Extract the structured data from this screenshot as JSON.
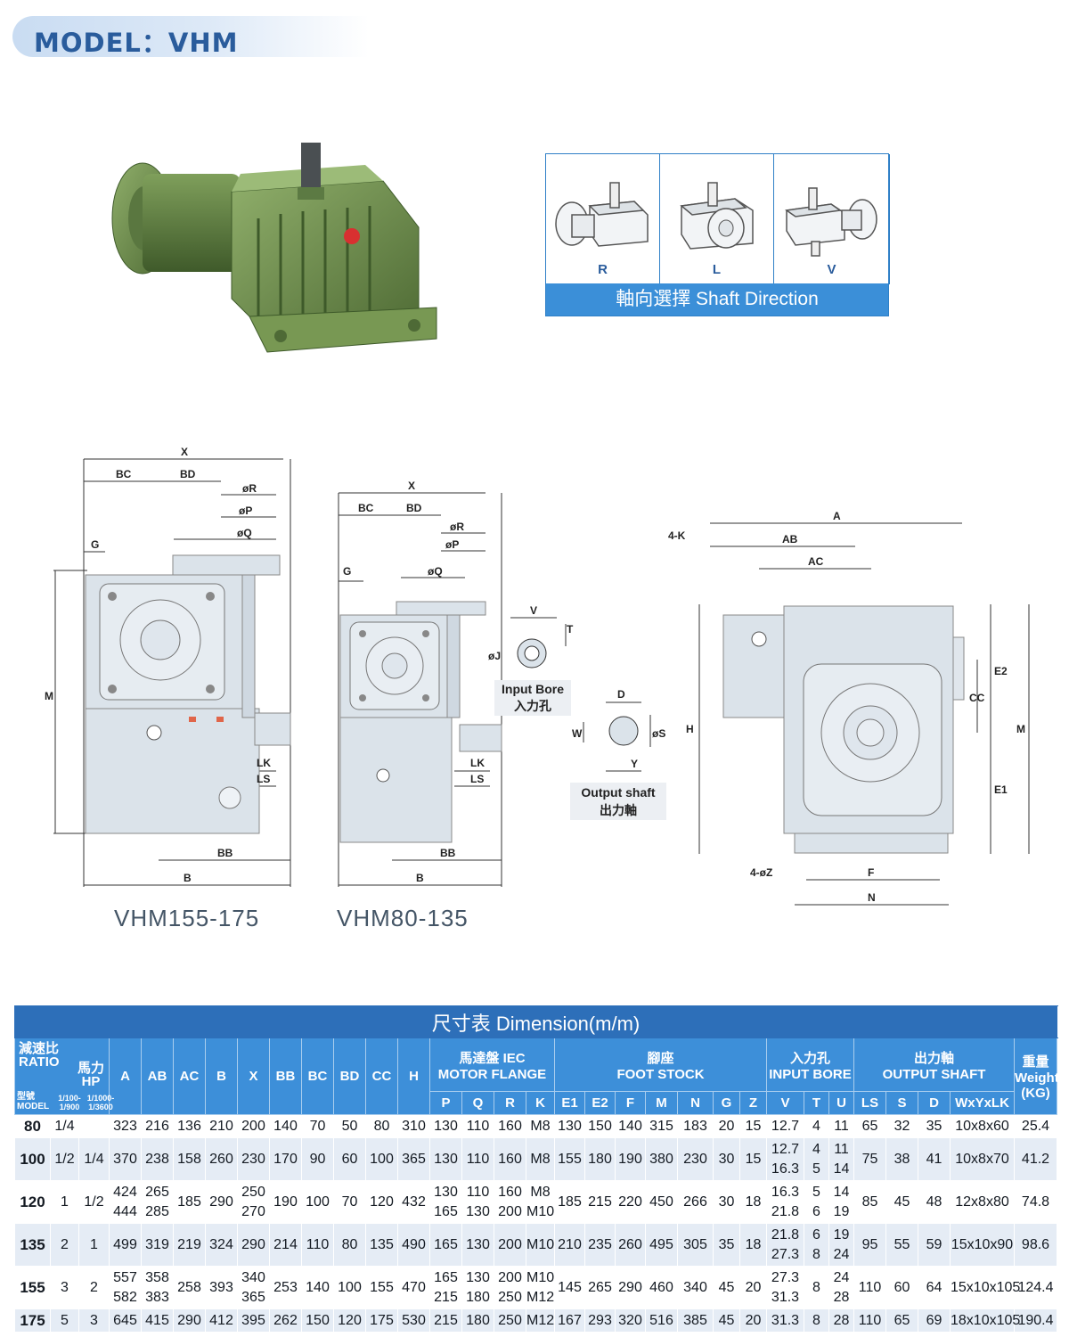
{
  "title": "MODEL：VHM",
  "shaft": {
    "options": [
      "R",
      "L",
      "V"
    ],
    "label": "軸向選擇  Shaft Direction"
  },
  "drawing": {
    "captions": [
      "VHM155-175",
      "VHM80-135"
    ],
    "input_bore": [
      "Input Bore",
      "入力孔"
    ],
    "output_shaft": [
      "Output shaft",
      "出力軸"
    ],
    "dims": {
      "X": "X",
      "BC": "BC",
      "BD": "BD",
      "R": "øR",
      "P": "øP",
      "Q": "øQ",
      "G": "G",
      "M": "M",
      "LK": "LK",
      "LS": "LS",
      "BB": "BB",
      "B": "B",
      "V": "V",
      "T": "T",
      "J": "øJ",
      "D": "D",
      "W": "W",
      "S": "øS",
      "Y": "Y",
      "A": "A",
      "AB": "AB",
      "AC": "AC",
      "K4": "4-K",
      "H": "H",
      "CC": "CC",
      "E2": "E2",
      "E1": "E1",
      "Z4": "4-øZ",
      "F": "F",
      "N": "N"
    }
  },
  "table": {
    "title": "尺寸表  Dimension(m/m)",
    "ratio_label": [
      "減速比",
      "RATIO"
    ],
    "hp_label": [
      "馬力",
      "HP"
    ],
    "model_label": [
      "型號",
      "MODEL"
    ],
    "hp_ranges": [
      "1/100-1/900",
      "1/1000-1/3600"
    ],
    "groups": {
      "motor": [
        "馬達盤 IEC",
        "MOTOR FLANGE"
      ],
      "foot": [
        "腳座",
        "FOOT STOCK"
      ],
      "input": [
        "入力孔",
        "INPUT BORE"
      ],
      "output": [
        "出力軸",
        "OUTPUT SHAFT"
      ],
      "weight": [
        "重量",
        "Weight",
        "(KG)"
      ]
    },
    "single_cols": [
      "A",
      "AB",
      "AC",
      "B",
      "X",
      "BB",
      "BC",
      "BD",
      "CC",
      "H"
    ],
    "sub_cols": [
      "P",
      "Q",
      "R",
      "K",
      "E1",
      "E2",
      "F",
      "M",
      "N",
      "G",
      "Z",
      "V",
      "T",
      "U",
      "LS",
      "S",
      "D",
      "WxYxLK"
    ],
    "rows": [
      {
        "model": "80",
        "hp1": "1/4",
        "hp2": "",
        "A": "323",
        "AB": "216",
        "AC": "136",
        "B": "210",
        "X": "200",
        "BB": "140",
        "BC": "70",
        "BD": "50",
        "CC": "80",
        "H": "310",
        "P": "130",
        "Q": "110",
        "R": "160",
        "K": "M8",
        "E1": "130",
        "E2": "150",
        "F": "140",
        "M": "315",
        "N": "183",
        "G": "20",
        "Z": "15",
        "V": "12.7",
        "T": "4",
        "U": "11",
        "LS": "65",
        "S": "32",
        "D": "35",
        "WYLK": "10x8x60",
        "W": "25.4"
      },
      {
        "model": "100",
        "hp1": "1/2",
        "hp2": "1/4",
        "A": "370",
        "AB": "238",
        "AC": "158",
        "B": "260",
        "X": "230",
        "BB": "170",
        "BC": "90",
        "BD": "60",
        "CC": "100",
        "H": "365",
        "P": "130",
        "Q": "110",
        "R": "160",
        "K": "M8",
        "E1": "155",
        "E2": "180",
        "F": "190",
        "M": "380",
        "N": "230",
        "G": "30",
        "Z": "15",
        "V": "12.7 16.3",
        "T": "4 5",
        "U": "11 14",
        "LS": "75",
        "S": "38",
        "D": "41",
        "WYLK": "10x8x70",
        "W": "41.2"
      },
      {
        "model": "120",
        "hp1": "1",
        "hp2": "1/2",
        "A": "424 444",
        "AB": "265 285",
        "AC": "185",
        "B": "290",
        "X": "250 270",
        "BB": "190",
        "BC": "100",
        "BD": "70",
        "CC": "120",
        "H": "432",
        "P": "130 165",
        "Q": "110 130",
        "R": "160 200",
        "K": "M8 M10",
        "E1": "185",
        "E2": "215",
        "F": "220",
        "M": "450",
        "N": "266",
        "G": "30",
        "Z": "18",
        "V": "16.3 21.8",
        "T": "5 6",
        "U": "14 19",
        "LS": "85",
        "S": "45",
        "D": "48",
        "WYLK": "12x8x80",
        "W": "74.8"
      },
      {
        "model": "135",
        "hp1": "2",
        "hp2": "1",
        "A": "499",
        "AB": "319",
        "AC": "219",
        "B": "324",
        "X": "290",
        "BB": "214",
        "BC": "110",
        "BD": "80",
        "CC": "135",
        "H": "490",
        "P": "165",
        "Q": "130",
        "R": "200",
        "K": "M10",
        "E1": "210",
        "E2": "235",
        "F": "260",
        "M": "495",
        "N": "305",
        "G": "35",
        "Z": "18",
        "V": "21.8 27.3",
        "T": "6 8",
        "U": "19 24",
        "LS": "95",
        "S": "55",
        "D": "59",
        "WYLK": "15x10x90",
        "W": "98.6"
      },
      {
        "model": "155",
        "hp1": "3",
        "hp2": "2",
        "A": "557 582",
        "AB": "358 383",
        "AC": "258",
        "B": "393",
        "X": "340 365",
        "BB": "253",
        "BC": "140",
        "BD": "100",
        "CC": "155",
        "H": "470",
        "P": "165 215",
        "Q": "130 180",
        "R": "200 250",
        "K": "M10 M12",
        "E1": "145",
        "E2": "265",
        "F": "290",
        "M": "460",
        "N": "340",
        "G": "45",
        "Z": "20",
        "V": "27.3 31.3",
        "T": "8",
        "U": "24 28",
        "LS": "110",
        "S": "60",
        "D": "64",
        "WYLK": "15x10x105",
        "W": "124.4"
      },
      {
        "model": "175",
        "hp1": "5",
        "hp2": "3",
        "A": "645",
        "AB": "415",
        "AC": "290",
        "B": "412",
        "X": "395",
        "BB": "262",
        "BC": "150",
        "BD": "120",
        "CC": "175",
        "H": "530",
        "P": "215",
        "Q": "180",
        "R": "250",
        "K": "M12",
        "E1": "167",
        "E2": "293",
        "F": "320",
        "M": "516",
        "N": "385",
        "G": "45",
        "Z": "20",
        "V": "31.3",
        "T": "8",
        "U": "28",
        "LS": "110",
        "S": "65",
        "D": "69",
        "WYLK": "18x10x105",
        "W": "190.4"
      }
    ]
  },
  "colors": {
    "accent": "#3d8fd9",
    "title_bar": "#2d6fb9",
    "gear_green": "#6a8a4a",
    "drawing_fill": "#dbe3ea"
  }
}
